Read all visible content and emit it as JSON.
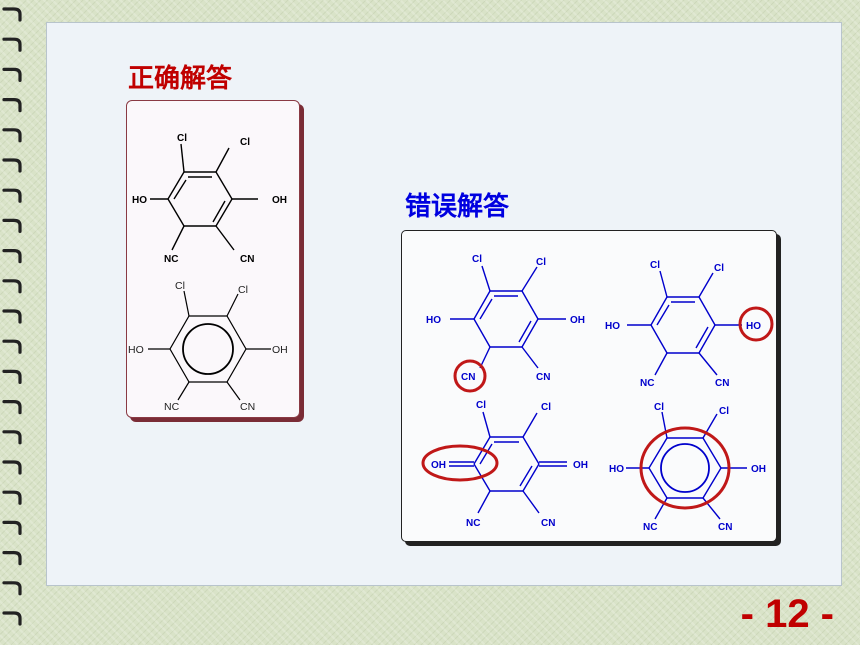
{
  "slide": {
    "correct_title": "正确解答",
    "wrong_title": "错误解答",
    "page_number": "- 12 -"
  },
  "molecules": {
    "m1": {
      "l1": "Cl",
      "l2": "Cl",
      "l3": "OH",
      "l4": "CN",
      "l5": "NC",
      "l6": "HO"
    },
    "m2": {
      "l1": "Cl",
      "l2": "Cl",
      "l3": "OH",
      "l4": "CN",
      "l5": "NC",
      "l6": "HO"
    },
    "m3": {
      "l1": "Cl",
      "l2": "Cl",
      "l3": "OH",
      "l4": "CN",
      "l5": "CN",
      "l6": "HO"
    },
    "m4": {
      "l1": "Cl",
      "l2": "Cl",
      "l3": "HO",
      "l4": "CN",
      "l5": "NC",
      "l6": "HO"
    },
    "m5": {
      "l1": "Cl",
      "l2": "Cl",
      "l3": "OH",
      "l4": "CN",
      "l5": "NC",
      "l6": "OH"
    },
    "m6": {
      "l1": "Cl",
      "l2": "Cl",
      "l3": "OH",
      "l4": "CN",
      "l5": "NC",
      "l6": "HO"
    }
  },
  "colors": {
    "correct_title": "#c00000",
    "wrong_title": "#0000e0",
    "structure_black": "#000000",
    "structure_blue": "#0000cc",
    "error_circle": "#c01818",
    "page_number": "#c00000"
  }
}
